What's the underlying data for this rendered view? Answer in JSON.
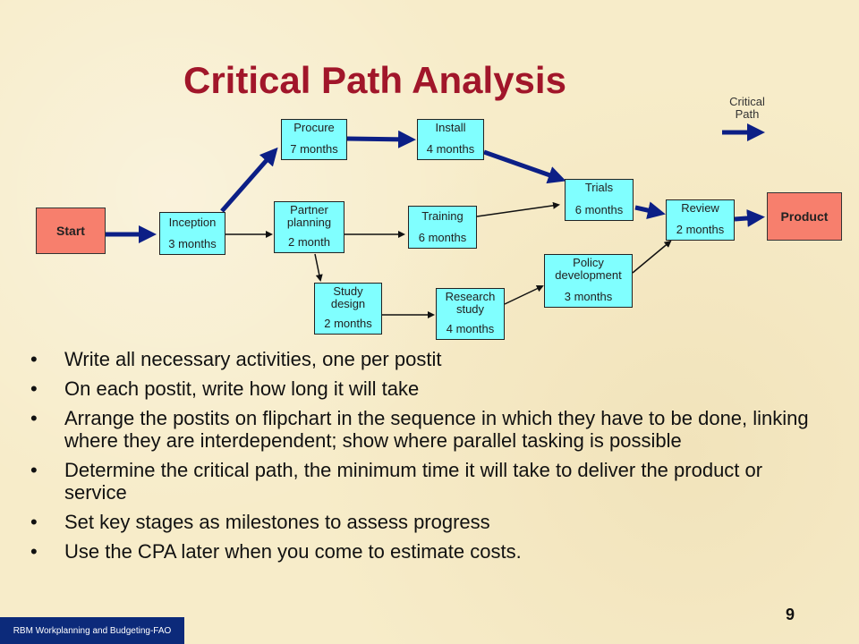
{
  "title": "Critical Path Analysis",
  "legend": {
    "label_line1": "Critical",
    "label_line2": "Path"
  },
  "nodes": {
    "start": "Start",
    "product": "Product",
    "inception": {
      "name": "Inception",
      "duration": "3 months"
    },
    "procure": {
      "name": "Procure",
      "duration": "7 months"
    },
    "install": {
      "name": "Install",
      "duration": "4 months"
    },
    "partner": {
      "name_line1": "Partner",
      "name_line2": "planning",
      "duration": "2 month"
    },
    "training": {
      "name": "Training",
      "duration": "6 months"
    },
    "trials": {
      "name": "Trials",
      "duration": "6 months"
    },
    "review": {
      "name": "Review",
      "duration": "2 months"
    },
    "policy": {
      "name_line1": "Policy",
      "name_line2": "development",
      "duration": "3 months"
    },
    "study": {
      "name_line1": "Study",
      "name_line2": "design",
      "duration": "2 months"
    },
    "research": {
      "name_line1": "Research",
      "name_line2": "study",
      "duration": "4 months"
    }
  },
  "bullets": [
    "Write all necessary activities, one per postit",
    "On each postit, write how long it will take",
    "Arrange the postits on flipchart in the sequence in which they have to be done, linking where they are interdependent; show where parallel tasking is possible",
    "Determine the critical path, the minimum time it will take to deliver the product or service",
    "Set key stages as milestones to assess progress",
    "Use the CPA later when you come to estimate costs."
  ],
  "footer": "RBM Workplanning and Budgeting-FAO",
  "page_number": "9",
  "colors": {
    "title": "#a1162a",
    "node_fill": "#80ffff",
    "terminal_fill": "#f77f6d",
    "critical_arrow": "#0c1f86",
    "footer_bg": "#0c2a7a"
  }
}
